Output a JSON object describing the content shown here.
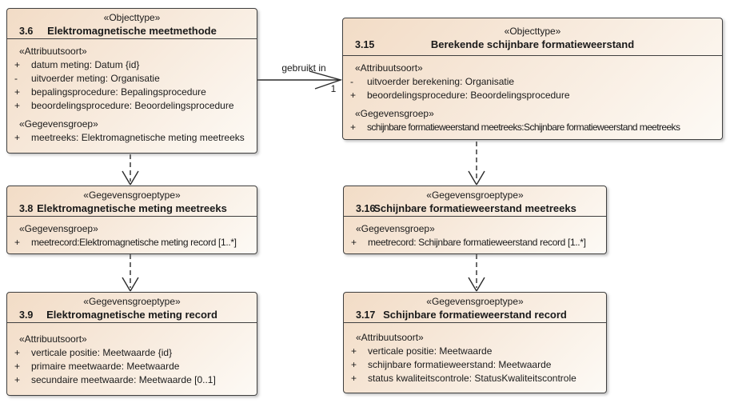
{
  "diagram": {
    "colors": {
      "box_fill_dark": "#f2dcc6",
      "box_fill_light": "#fdfaf5",
      "box_border": "#3f3f3f",
      "line_color": "#2a2a2a",
      "text_color": "#1a1a1a",
      "background": "#ffffff"
    }
  },
  "connectors": {
    "association_label": "gebruikt in",
    "multiplicity": "1"
  },
  "boxes": [
    {
      "stereotype": "«Objecttype»",
      "number": "3.6",
      "title": "Elektromagnetische meetmethode",
      "sections": [
        {
          "heading": "«Attribuutsoort»",
          "rows": [
            {
              "vis": "+",
              "text": "datum meting: Datum {id}"
            },
            {
              "vis": "-",
              "text": "uitvoerder meting: Organisatie"
            },
            {
              "vis": "+",
              "text": "bepalingsprocedure: Bepalingsprocedure"
            },
            {
              "vis": "+",
              "text": "beoordelingsprocedure: Beoordelingsprocedure"
            }
          ]
        },
        {
          "heading": "«Gegevensgroep»",
          "rows": [
            {
              "vis": "+",
              "text": "meetreeks: Elektromagnetische meting meetreeks"
            }
          ]
        }
      ]
    },
    {
      "stereotype": "«Objecttype»",
      "number": "3.15",
      "title": "Berekende schijnbare formatieweerstand",
      "sections": [
        {
          "heading": "«Attribuutsoort»",
          "rows": [
            {
              "vis": "-",
              "text": "uitvoerder berekening: Organisatie"
            },
            {
              "vis": "+",
              "text": "beoordelingsprocedure: Beoordelingsprocedure"
            }
          ]
        },
        {
          "heading": "«Gegevensgroep»",
          "rows": [
            {
              "vis": "+",
              "text": "schijnbare formatieweerstand meetreeks:Schijnbare formatieweerstand meetreeks"
            }
          ]
        }
      ]
    },
    {
      "stereotype": "«Gegevensgroeptype»",
      "number": "3.8",
      "title": "Elektromagnetische meting meetreeks",
      "sections": [
        {
          "heading": "«Gegevensgroep»",
          "rows": [
            {
              "vis": "+",
              "text": "meetrecord:Elektromagnetische meting record [1..*]"
            }
          ]
        }
      ]
    },
    {
      "stereotype": "«Gegevensgroeptype»",
      "number": "3.16",
      "title": "Schijnbare formatieweerstand meetreeks",
      "sections": [
        {
          "heading": "«Gegevensgroep»",
          "rows": [
            {
              "vis": "+",
              "text": "meetrecord: Schijnbare formatieweerstand record [1..*]"
            }
          ]
        }
      ]
    },
    {
      "stereotype": "«Gegevensgroeptype»",
      "number": "3.9",
      "title": "Elektromagnetische meting record",
      "sections": [
        {
          "heading": "«Attribuutsoort»",
          "rows": [
            {
              "vis": "+",
              "text": "verticale positie: Meetwaarde {id}"
            },
            {
              "vis": "+",
              "text": "primaire meetwaarde: Meetwaarde"
            },
            {
              "vis": "+",
              "text": "secundaire meetwaarde: Meetwaarde [0..1]"
            }
          ]
        }
      ]
    },
    {
      "stereotype": "«Gegevensgroeptype»",
      "number": "3.17",
      "title": "Schijnbare formatieweerstand record",
      "sections": [
        {
          "heading": "«Attribuutsoort»",
          "rows": [
            {
              "vis": "+",
              "text": "verticale positie: Meetwaarde"
            },
            {
              "vis": "+",
              "text": "schijnbare formatieweerstand: Meetwaarde"
            },
            {
              "vis": "+",
              "text": "status kwaliteitscontrole: StatusKwaliteitscontrole"
            }
          ]
        }
      ]
    }
  ]
}
